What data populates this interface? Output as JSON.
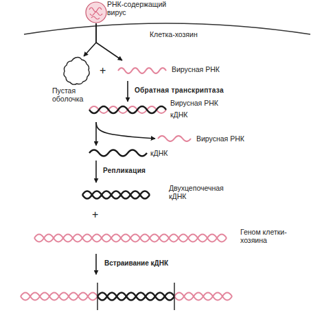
{
  "diagram": {
    "nodes": [
      {
        "text": [
          "РНК-содержащий вирус"
        ]
      },
      {
        "text": [
          "Пустая оболочка"
        ]
      },
      {
        "text": [
          "Вирусная РНК"
        ]
      },
      {
        "text": [
          "Вирусная РНК",
          "кДНК"
        ]
      },
      {
        "text": [
          "Вирусная РНК"
        ]
      },
      {
        "text": [
          "кДНК"
        ]
      },
      {
        "text": [
          "Двухцепочечная кДНК"
        ]
      },
      {
        "text": [
          "Геном клетки-хозяина"
        ]
      }
    ],
    "edges": [
      {
        "from": 0,
        "to": 1,
        "arrow": "to"
      },
      {
        "from": 0,
        "to": 2,
        "arrow": "to"
      },
      {
        "from": 2,
        "to": 3,
        "label": "Обратная транскриптаза",
        "arrow": "to"
      },
      {
        "from": 3,
        "to": 4,
        "arrow": "to"
      },
      {
        "from": 3,
        "to": 5,
        "arrow": "to"
      },
      {
        "from": 5,
        "to": 6,
        "label": "Репликация",
        "arrow": "to"
      }
    ],
    "labels": [
      "Клетка-хозяин",
      "+",
      "+",
      "Встраивание кДНК"
    ]
  }
}
